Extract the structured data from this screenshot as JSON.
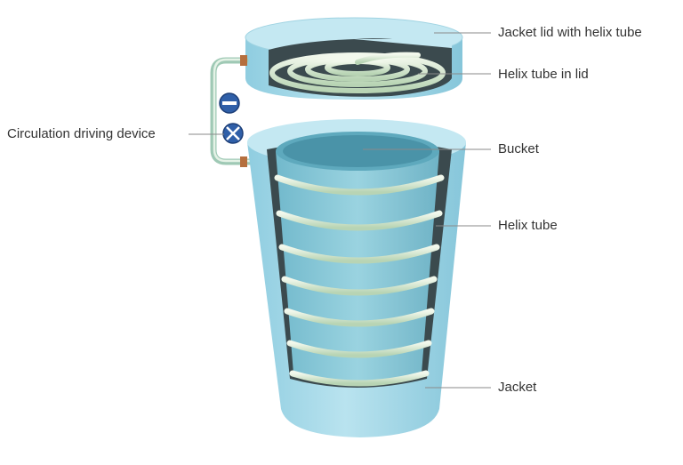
{
  "labels": {
    "lid": "Jacket lid with helix tube",
    "lid_helix": "Helix tube in lid",
    "pump": "Circulation driving device",
    "bucket": "Bucket",
    "helix": "Helix tube",
    "jacket": "Jacket"
  },
  "colors": {
    "jacket": "#a9dbe9",
    "jacket_dark": "#7fc3d8",
    "bucket": "#8ccbd9",
    "tube": "#dfeedd",
    "pump": "#2f5fa8"
  },
  "icons": [
    "pump-valve-icon",
    "flow-control-icon"
  ]
}
